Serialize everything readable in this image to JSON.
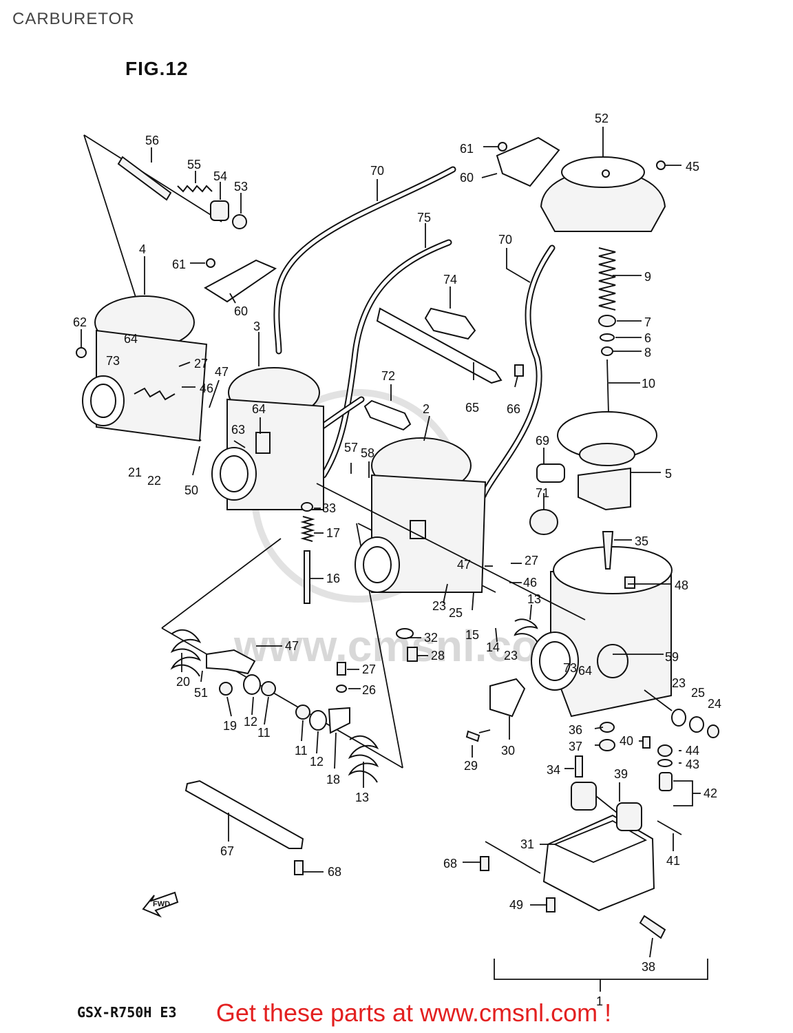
{
  "title": "CARBURETOR",
  "figure": "FIG.12",
  "model": "GSX-R750H E3",
  "promo": "Get these parts at www.cmsnl.com !",
  "watermark": "www.cmsnl.com",
  "fwd_label": "FWD",
  "colors": {
    "promo": "#e32020",
    "ink": "#111111",
    "title": "#444444"
  },
  "callouts": [
    "1",
    "2",
    "3",
    "4",
    "5",
    "6",
    "7",
    "8",
    "9",
    "10",
    "11",
    "11",
    "12",
    "12",
    "13",
    "13",
    "14",
    "15",
    "16",
    "17",
    "19",
    "20",
    "21",
    "22",
    "23",
    "23",
    "23",
    "24",
    "25",
    "25",
    "26",
    "27",
    "27",
    "27",
    "28",
    "29",
    "30",
    "31",
    "32",
    "33",
    "34",
    "35",
    "36",
    "37",
    "38",
    "39",
    "40",
    "41",
    "42",
    "43",
    "44",
    "45",
    "46",
    "46",
    "47",
    "47",
    "47",
    "48",
    "49",
    "50",
    "51",
    "52",
    "53",
    "54",
    "55",
    "56",
    "57",
    "58",
    "59",
    "60",
    "60",
    "61",
    "61",
    "62",
    "63",
    "64",
    "64",
    "64",
    "65",
    "66",
    "67",
    "68",
    "68",
    "69",
    "70",
    "70",
    "71",
    "72",
    "73",
    "73",
    "74",
    "75",
    "18"
  ]
}
